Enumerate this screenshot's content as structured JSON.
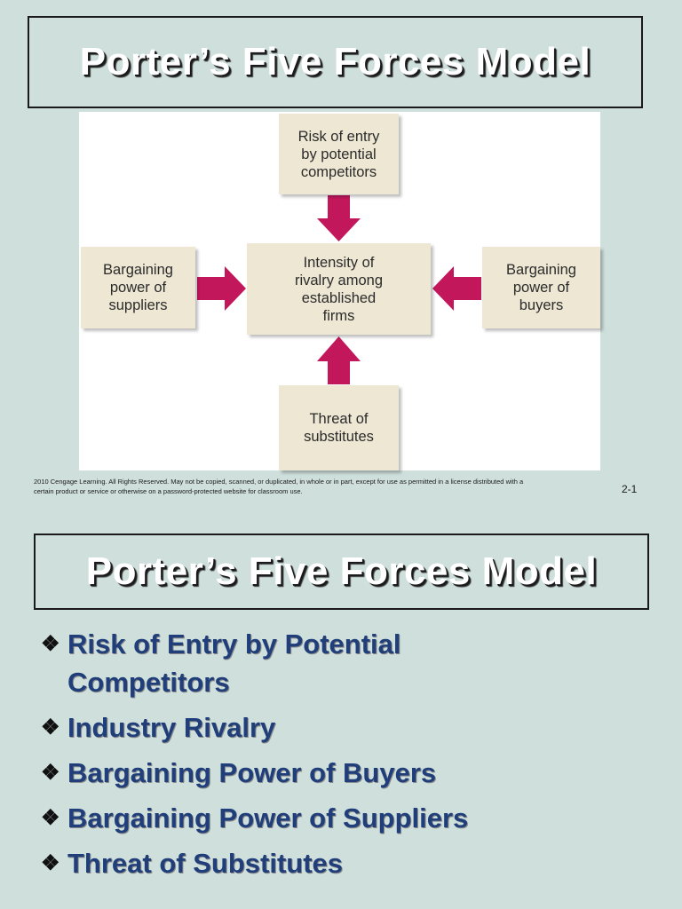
{
  "slide1": {
    "title": "Porter’s Five Forces Model",
    "diagram": {
      "top": "Risk of entry\nby potential\ncompetitors",
      "left": "Bargaining\npower of\nsuppliers",
      "center": "Intensity of\nrivalry among\nestablished\nfirms",
      "right": "Bargaining\npower of\nbuyers",
      "bottom": "Threat of\nsubstitutes",
      "arrow_color": "#c2185b",
      "cycle_color": "#a9d3ee"
    },
    "copyright": "2010 Cengage Learning. All Rights Reserved. May not be copied, scanned, or duplicated, in whole or in part, except for use as permitted in a license distributed with a certain product or service or otherwise on a password-protected website for classroom use.",
    "page_number": "2-1"
  },
  "slide2": {
    "title": "Porter’s Five Forces Model",
    "bullet_icon": "diamond-bullet-icon",
    "bullets": [
      "Risk of Entry by Potential Competitors",
      "Industry Rivalry",
      "Bargaining Power of Buyers",
      "Bargaining Power of Suppliers",
      "Threat of Substitutes"
    ]
  }
}
